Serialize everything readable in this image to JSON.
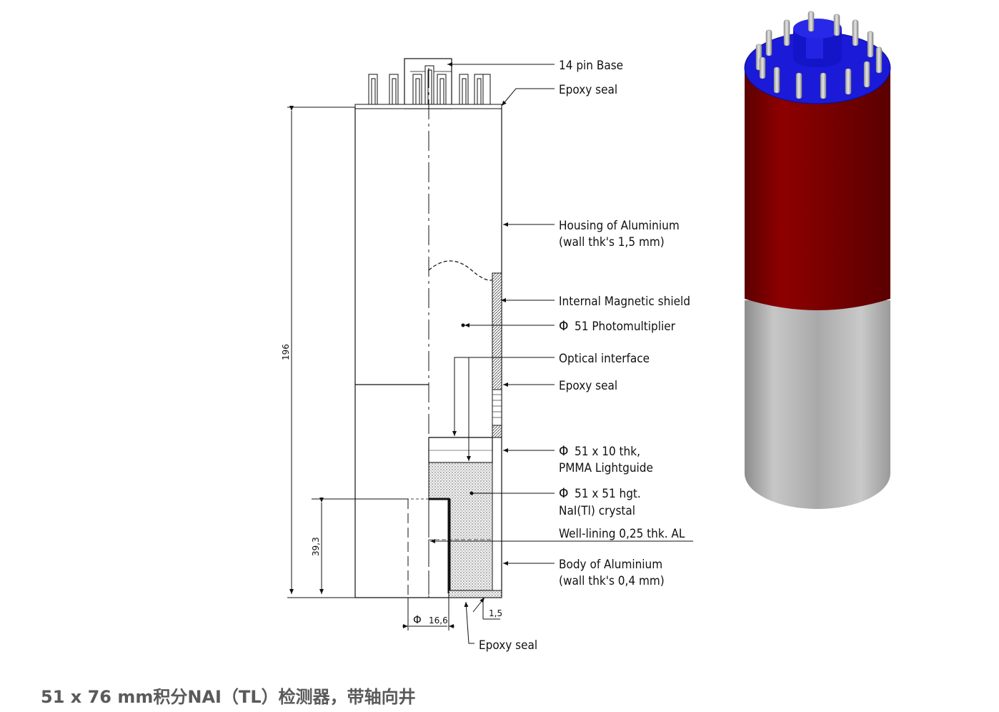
{
  "drawing": {
    "labels": {
      "pin_base": "14 pin Base",
      "epoxy_seal_top": "Epoxy seal",
      "housing_line1": "Housing of Aluminium",
      "housing_line2": "(wall thk's 1,5 mm)",
      "magnetic_shield": "Internal Magnetic shield",
      "photomultiplier": "51 Photomultiplier",
      "optical_interface": "Optical interface",
      "epoxy_seal_mid": "Epoxy seal",
      "lightguide_line1": "51 x 10 thk,",
      "lightguide_line2": "PMMA Lightguide",
      "crystal_line1": "51 x 51 hgt.",
      "crystal_line2": "NaI(Tl) crystal",
      "well_lining": "Well-lining 0,25 thk. AL",
      "body_line1": "Body of Aluminium",
      "body_line2": "(wall thk's 0,4 mm)",
      "epoxy_seal_bottom": "Epoxy seal",
      "phi_symbol": "Φ"
    },
    "dimensions": {
      "total_height": "196",
      "well_depth": "39,3",
      "well_diameter": "16,6",
      "bottom_thickness": "1,5"
    }
  },
  "render": {
    "colors": {
      "top_cap": "#1a1adf",
      "upper_body": "#8b0000",
      "lower_body": "#b8b8b8",
      "pins": "#cfcfcf"
    }
  },
  "caption": "51 x 76 mm积分NAI（TL）检测器，带轴向井"
}
